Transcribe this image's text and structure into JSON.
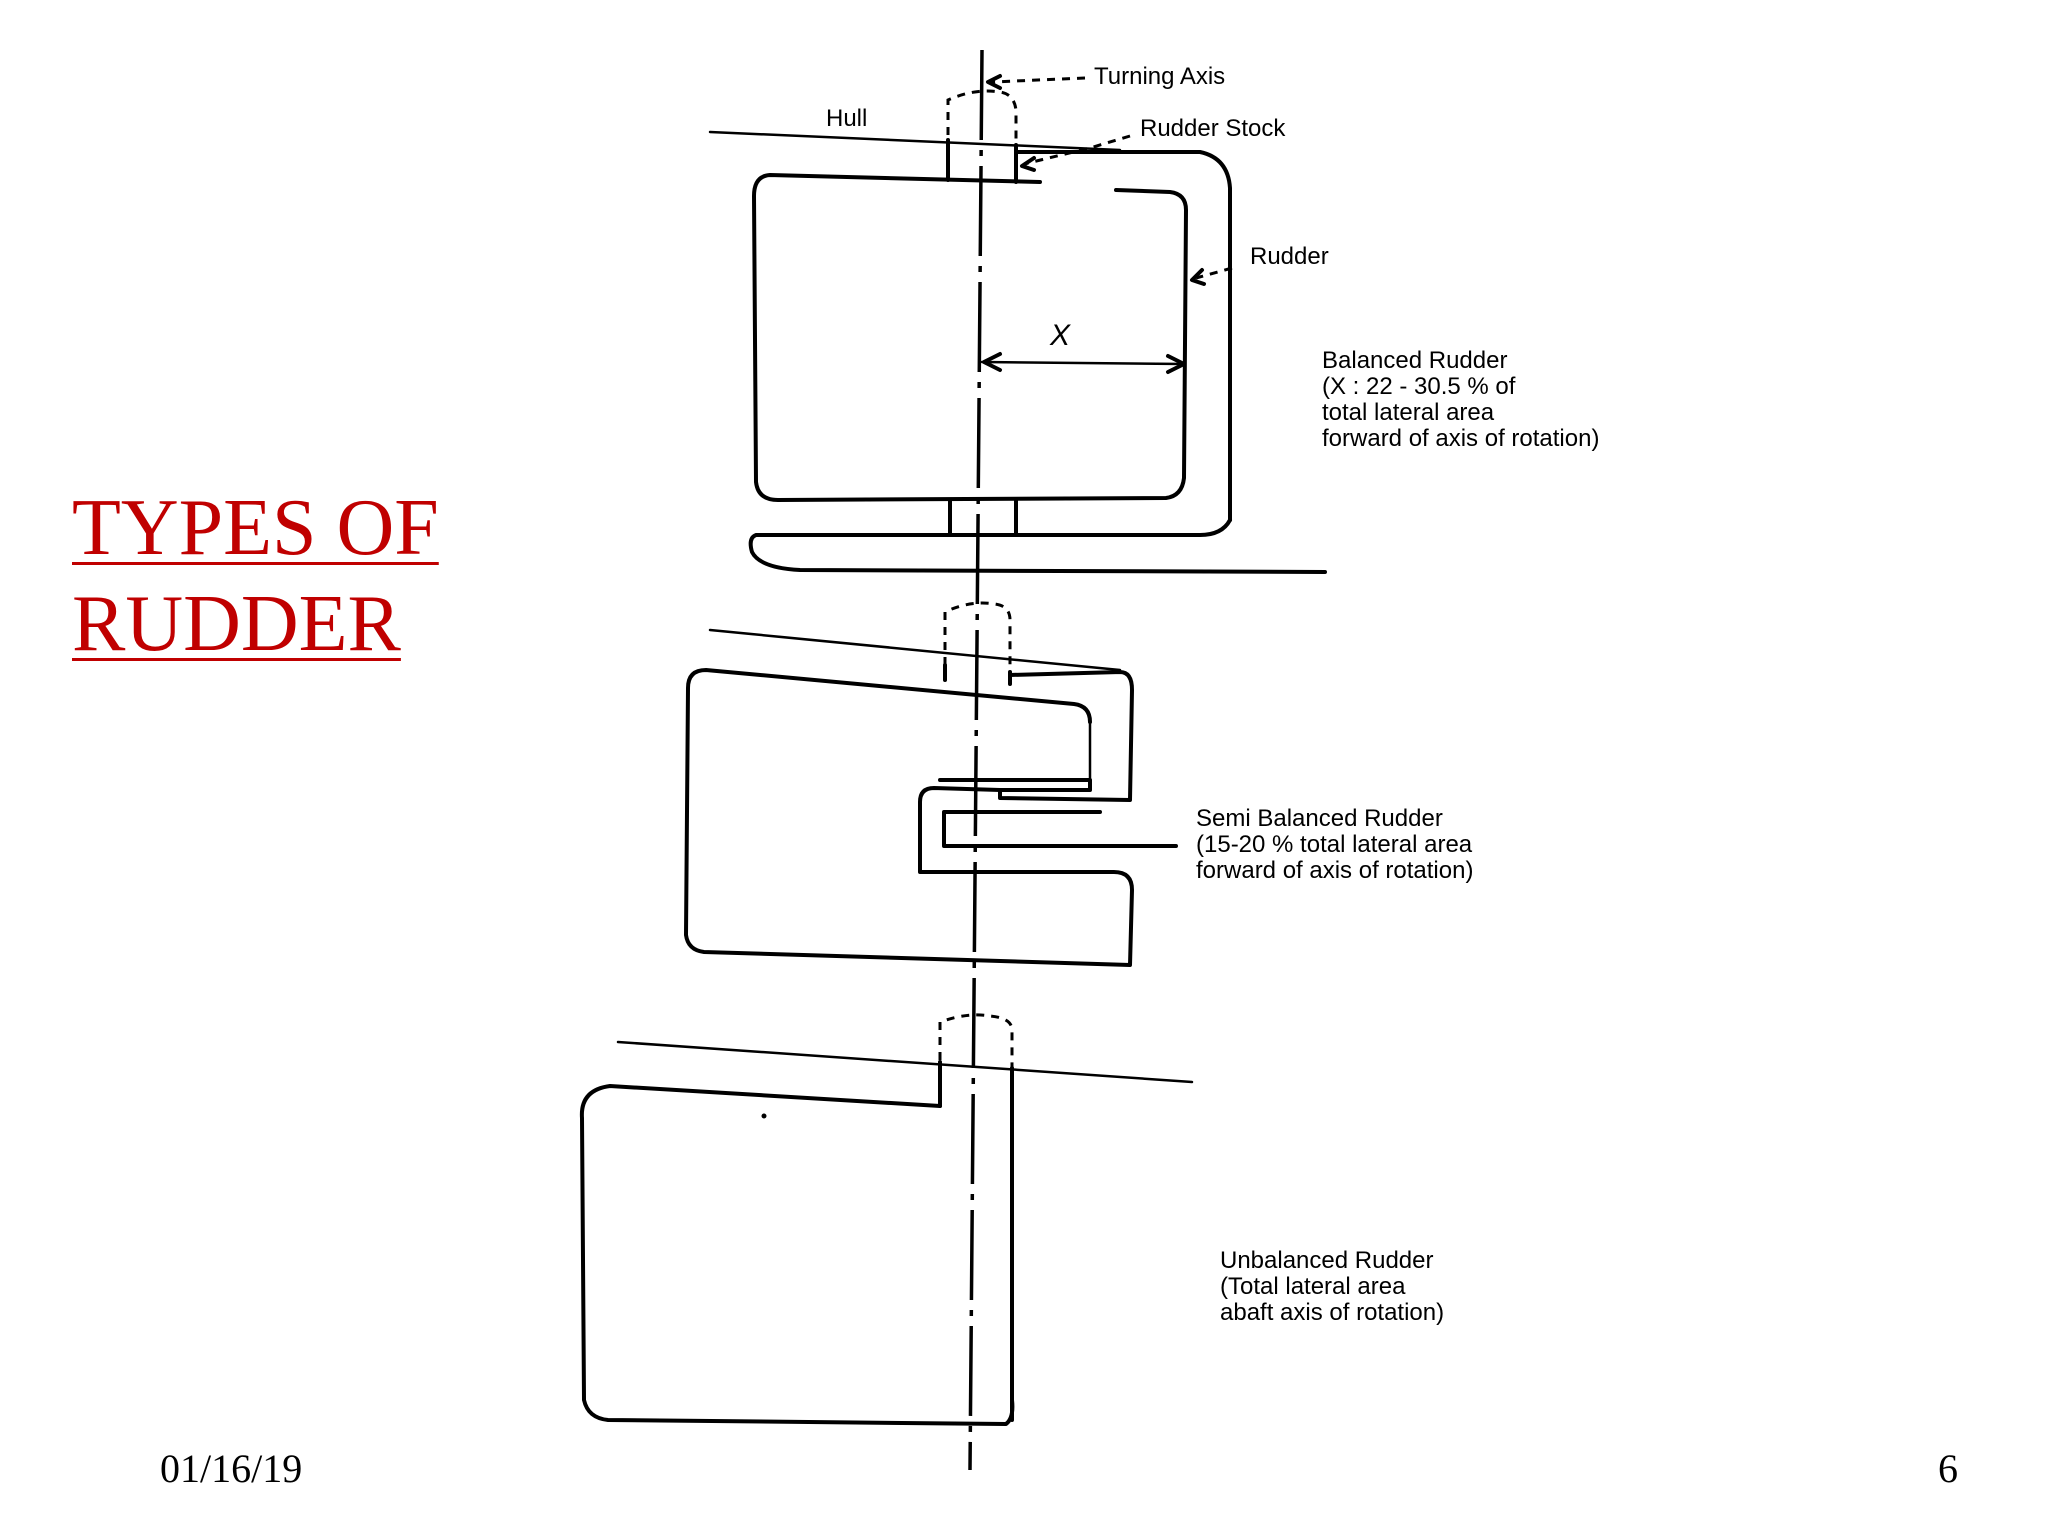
{
  "slide": {
    "title_line1": "TYPES OF",
    "title_line2": "RUDDER",
    "date": "01/16/19",
    "page_number": "6"
  },
  "colors": {
    "title": "#c00000",
    "text": "#000000",
    "background": "#ffffff"
  },
  "diagram": {
    "labels": {
      "turning_axis": "Turning Axis",
      "hull": "Hull",
      "rudder_stock": "Rudder Stock",
      "rudder": "Rudder",
      "x_marker": "X"
    },
    "balanced": {
      "line1": "Balanced Rudder",
      "line2": "(X : 22 - 30.5 % of",
      "line3": "total lateral area",
      "line4": "forward of axis of rotation)"
    },
    "semi_balanced": {
      "line1": "Semi Balanced Rudder",
      "line2": "(15-20 % total lateral area",
      "line3": "forward of axis of rotation)"
    },
    "unbalanced": {
      "line1": "Unbalanced Rudder",
      "line2": "(Total lateral area",
      "line3": "abaft axis of rotation)"
    }
  }
}
